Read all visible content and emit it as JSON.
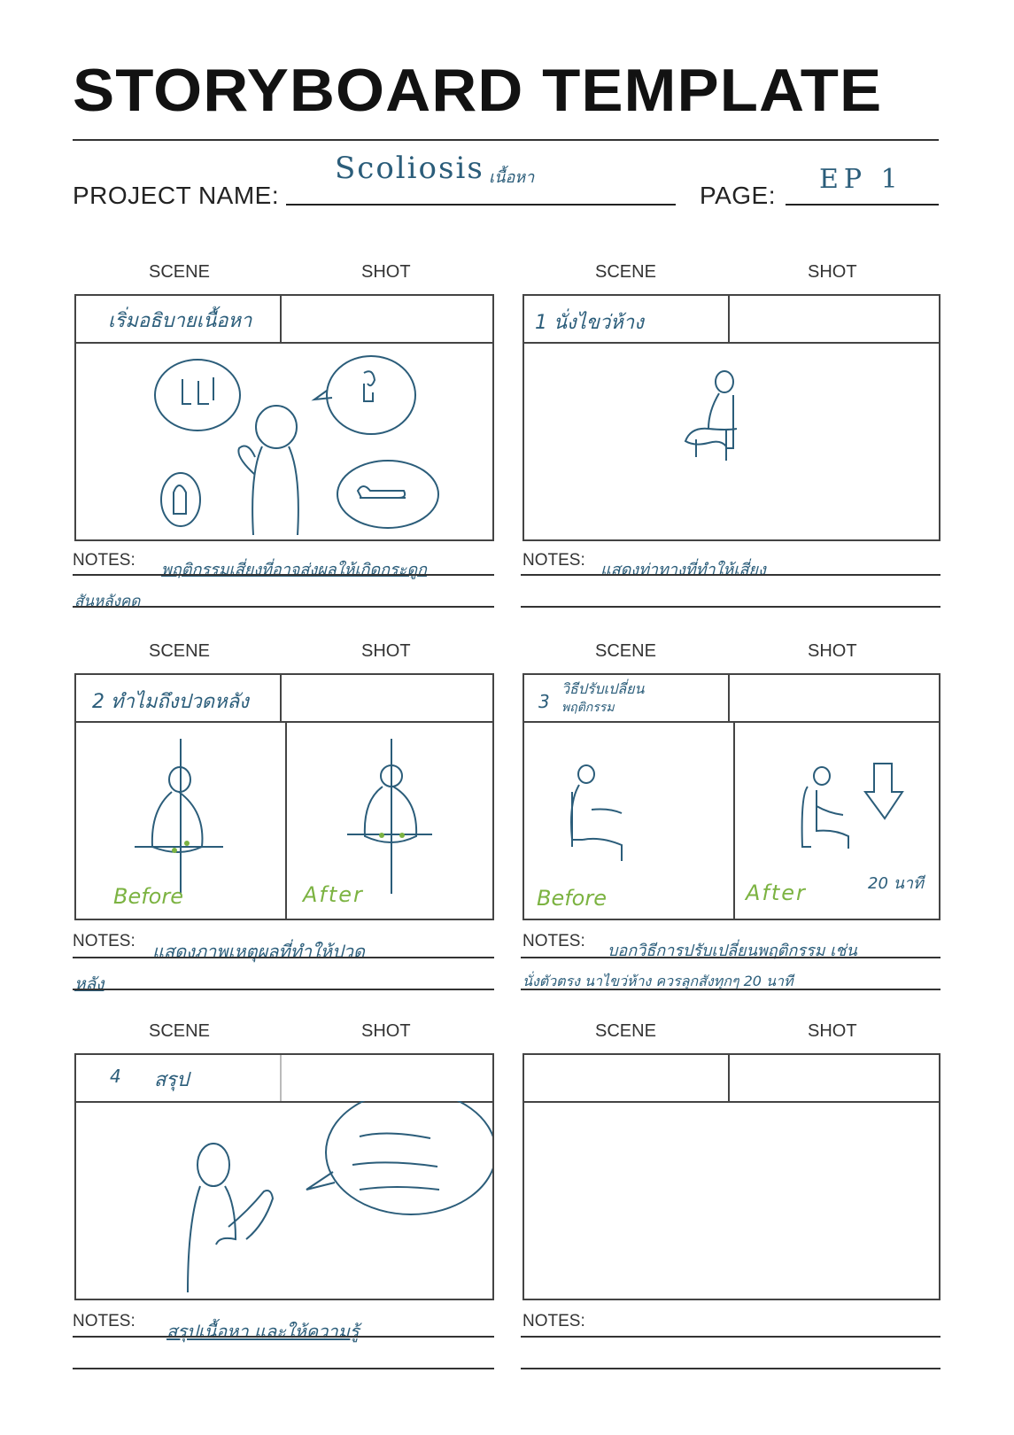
{
  "title": "STORYBOARD TEMPLATE",
  "project_label": "PROJECT NAME:",
  "project_value": "Scoliosis",
  "project_value_thai": "เนื้อหา",
  "page_label": "PAGE:",
  "page_value": "EP 1",
  "labels": {
    "scene": "SCENE",
    "shot": "SHOT",
    "notes": "NOTES:"
  },
  "panels": [
    {
      "scene": "เริ่มอธิบายเนื้อหา",
      "notes": [
        "พฤติกรรมเสี่ยงที่อาจส่งผลให้เกิดกระดูก",
        "สันหลังคด"
      ]
    },
    {
      "scene": "1 นั่งไขว่ห้าง",
      "notes": [
        "แสดงท่าทางที่ทำให้เสี่ยง",
        ""
      ]
    },
    {
      "scene": "2 ทำไมถึงปวดหลัง",
      "notes": [
        "แสดงภาพเหตุผลที่ทำให้ปวด",
        "หลัง"
      ],
      "left_caption": "Before",
      "right_caption": "After"
    },
    {
      "scene": "3",
      "scene_line1": "วิธีปรับเปลี่ยน",
      "scene_line2": "พฤติกรรม",
      "notes": [
        "บอกวิธีการปรับเปลี่ยนพฤติกรรม เช่น",
        "นั่งตัวตรง นาไขว่ห้าง ควรลุกสังทุกๆ 20 นาที"
      ],
      "left_caption": "Before",
      "right_caption": "After",
      "time_note": "20 นาที"
    },
    {
      "scene": "4",
      "scene_word": "สรุป",
      "notes": [
        "สรุปเนื้อหา และให้ความรู้",
        ""
      ]
    },
    {
      "scene": "",
      "notes": [
        "",
        ""
      ]
    }
  ],
  "colors": {
    "ink": "#2b5d7a",
    "green": "#7cb342",
    "frame": "#444444"
  }
}
